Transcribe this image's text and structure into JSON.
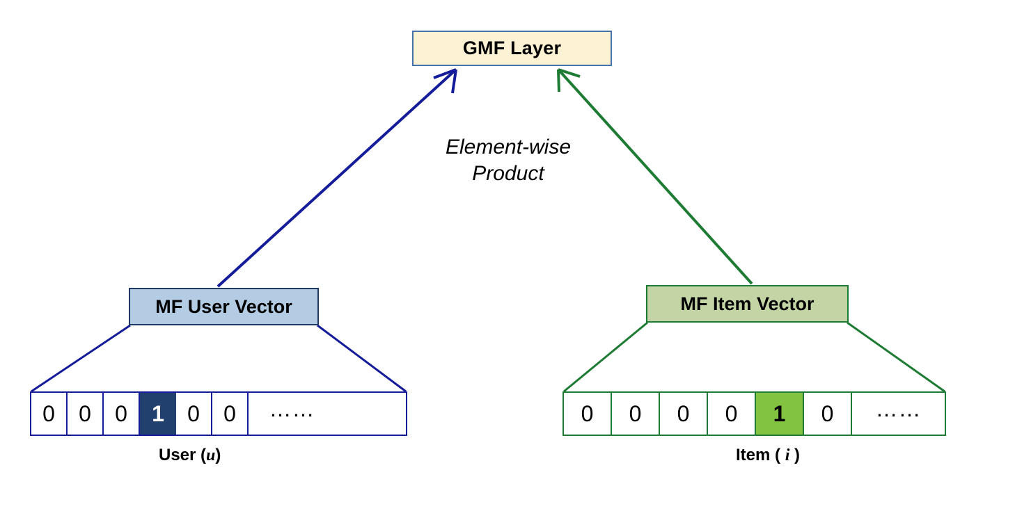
{
  "diagram": {
    "title": "GMF Layer one-hot input diagram",
    "colors": {
      "gmf_fill": "#FDF2D4",
      "gmf_border": "#4472A8",
      "user_box_fill": "#B4CCE3",
      "user_border": "#1F3864",
      "user_hot_fill": "#21406E",
      "user_edge": "#151C9A",
      "item_box_fill": "#C3D4A5",
      "item_border": "#1E7B34",
      "item_hot_fill": "#82C341",
      "item_edge": "#1E7B34"
    },
    "nodes": {
      "gmf_layer": {
        "label": "GMF Layer"
      },
      "mf_user_vector": {
        "label": "MF User Vector"
      },
      "mf_item_vector": {
        "label": "MF Item Vector"
      }
    },
    "operation_label": {
      "line1": "Element-wise",
      "line2": "Product"
    },
    "user_input": {
      "caption_prefix": "User (",
      "caption_symbol": "u",
      "caption_suffix": ")",
      "cells": [
        {
          "value": "0",
          "hot": false
        },
        {
          "value": "0",
          "hot": false
        },
        {
          "value": "0",
          "hot": false
        },
        {
          "value": "1",
          "hot": true
        },
        {
          "value": "0",
          "hot": false
        },
        {
          "value": "0",
          "hot": false
        },
        {
          "value": "……",
          "hot": false
        }
      ]
    },
    "item_input": {
      "caption_prefix": "Item ( ",
      "caption_symbol": "i",
      "caption_suffix": " )",
      "cells": [
        {
          "value": "0",
          "hot": false
        },
        {
          "value": "0",
          "hot": false
        },
        {
          "value": "0",
          "hot": false
        },
        {
          "value": "0",
          "hot": false
        },
        {
          "value": "1",
          "hot": true
        },
        {
          "value": "0",
          "hot": false
        },
        {
          "value": "……",
          "hot": false
        }
      ]
    },
    "edges": [
      {
        "from": "mf_user_vector",
        "to": "gmf_layer",
        "color": "#151C9A",
        "arrow": true
      },
      {
        "from": "mf_item_vector",
        "to": "gmf_layer",
        "color": "#1E7B34",
        "arrow": true
      }
    ]
  }
}
